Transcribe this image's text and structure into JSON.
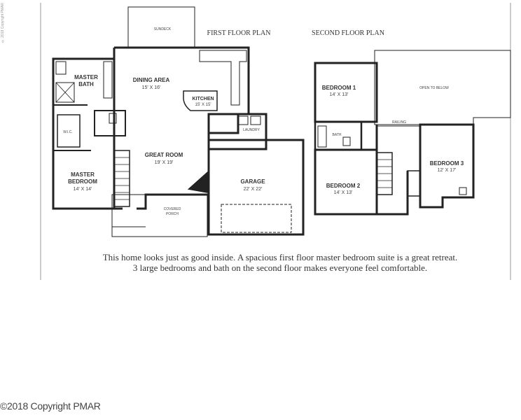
{
  "side_mark": "© 2018 Copyright PMAR",
  "first_floor": {
    "title": "FIRST FLOOR PLAN",
    "rooms": {
      "sundeck": "SUNDECK",
      "master_bath": "MASTER\nBATH",
      "dining": "DINING AREA",
      "dining_dim": "15' X 16'",
      "kitchen": "KITCHEN",
      "kitchen_dim": "15' X 15'",
      "laundry": "LAUNDRY",
      "wic": "W.I.C.",
      "great_room": "GREAT ROOM",
      "great_room_dim": "19' X 19'",
      "master_bedroom": "MASTER\nBEDROOM",
      "master_bedroom_dim": "14' X 14'",
      "garage": "GARAGE",
      "garage_dim": "22' X 22'",
      "covered_porch": "COVERED\nPORCH"
    }
  },
  "second_floor": {
    "title": "SECOND FLOOR PLAN",
    "rooms": {
      "bedroom1": "BEDROOM 1",
      "bedroom1_dim": "14' X 13'",
      "open_to_below": "OPEN TO BELOW",
      "bath": "BATH",
      "railing": "RAILING",
      "bedroom2": "BEDROOM 2",
      "bedroom2_dim": "14' X 13'",
      "bedroom3": "BEDROOM 3",
      "bedroom3_dim": "12' X 17'"
    }
  },
  "caption_line1": "This home looks just as good inside. A spacious first floor master bedroom suite is a great retreat.",
  "caption_line2": "3 large bedrooms and bath on the second floor makes everyone feel comfortable.",
  "copyright": "©2018 Copyright PMAR"
}
